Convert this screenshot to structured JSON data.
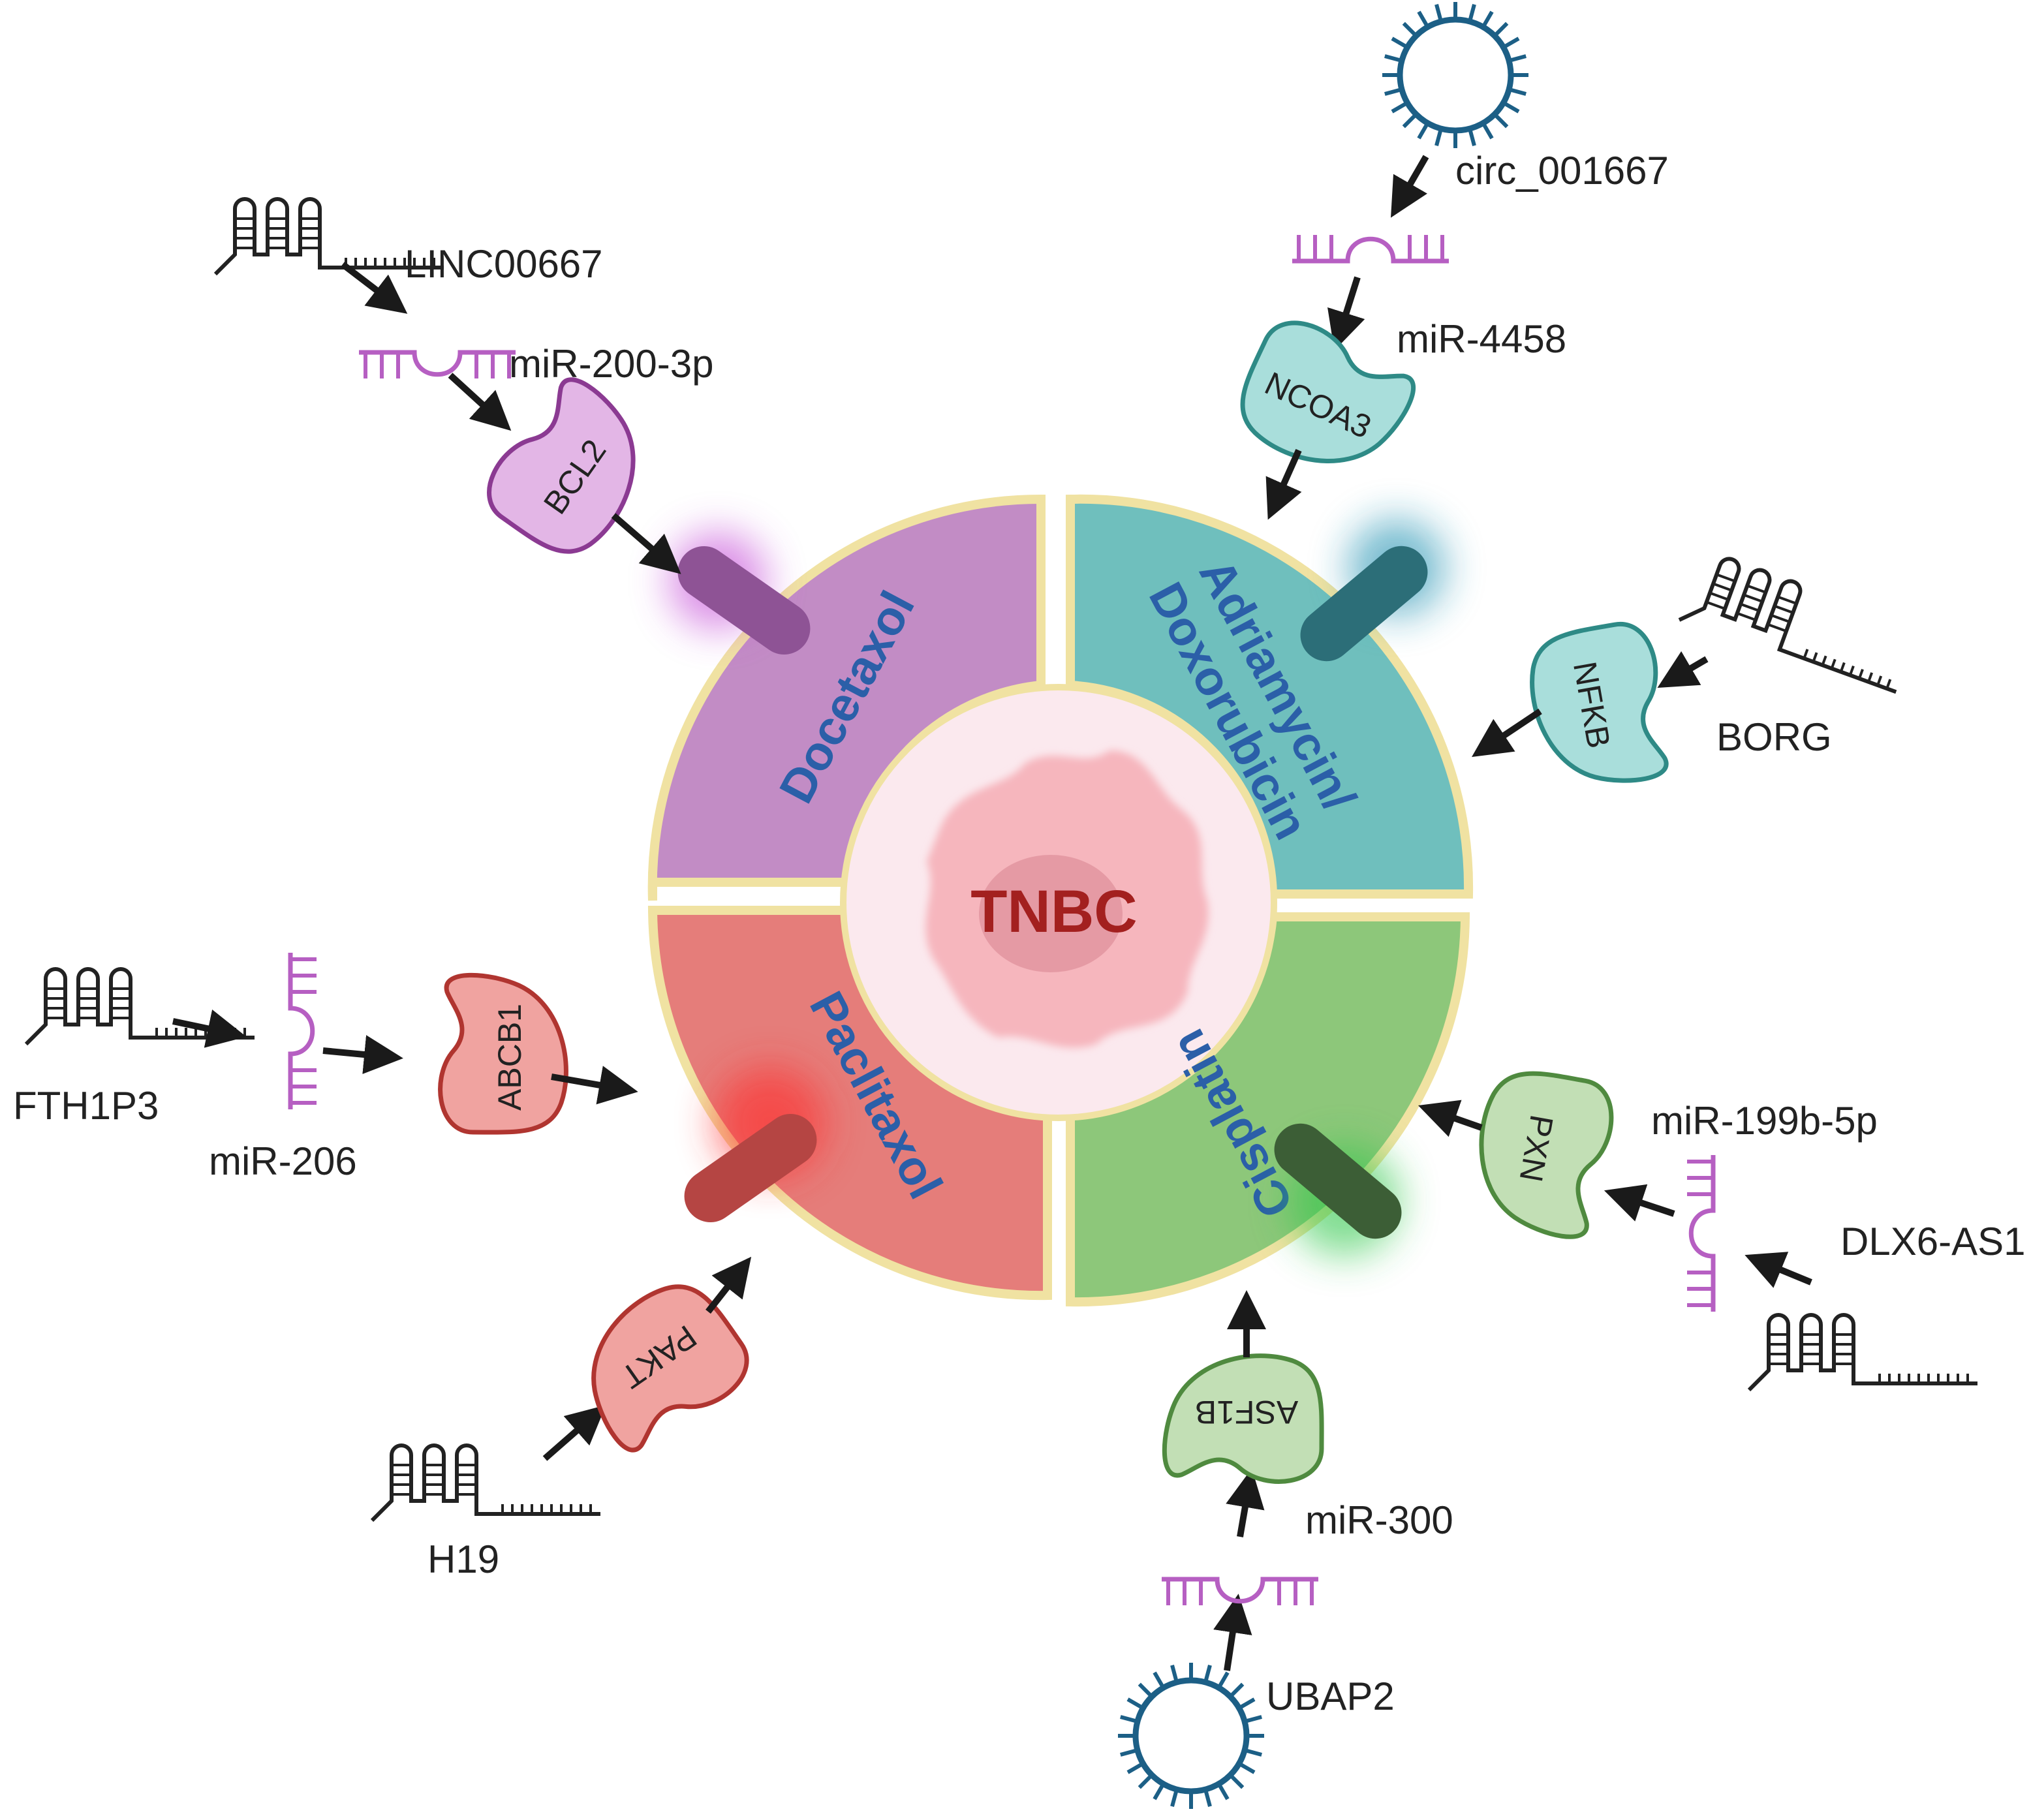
{
  "center": {
    "label": "TNBC",
    "color": "#a3201f"
  },
  "colors": {
    "drug_text": "#2b5fa8",
    "arrow": "#1a1a1a",
    "mirna": "#b65fc2",
    "circrna": "#1c5f86",
    "lncrna": "#222222",
    "ring_border": "#f0e2a2"
  },
  "quadrants": [
    {
      "id": "docetaxol",
      "drug": "Docetaxol",
      "fill": "#c28cc5",
      "glow": "#c244d6"
    },
    {
      "id": "adriamycin",
      "drug_line1": "Adriamycin/",
      "drug_line2": "Doxorubicin",
      "fill": "#6fbfbd",
      "glow": "#1f8fb0"
    },
    {
      "id": "paclitaxol",
      "drug": "Paclitaxol",
      "fill": "#e57d7a",
      "glow": "#ff2a2a"
    },
    {
      "id": "cisplatin",
      "drug": "Cisplatin",
      "fill": "#8dc77a",
      "glow": "#2fc74a"
    }
  ],
  "pathways": [
    {
      "id": "docetaxol",
      "lncrna": "LINC00667",
      "mirna": "miR-200-3p",
      "protein": "BCL2",
      "protein_fill": "#e3b6e6",
      "protein_stroke": "#8b3a92"
    },
    {
      "id": "adriamycin-1",
      "circrna": "circ_001667",
      "mirna": "miR-4458",
      "protein": "NCOA3",
      "protein_fill": "#a9dedb",
      "protein_stroke": "#2e8a86"
    },
    {
      "id": "adriamycin-2",
      "lncrna": "BORG",
      "protein": "NFKB",
      "protein_fill": "#a9dedb",
      "protein_stroke": "#2e8a86"
    },
    {
      "id": "paclitaxol-1",
      "lncrna": "FTH1P3",
      "mirna": "miR-206",
      "protein": "ABCB1",
      "protein_fill": "#f0a3a0",
      "protein_stroke": "#b03530"
    },
    {
      "id": "paclitaxol-2",
      "lncrna": "H19",
      "protein": "PAKT",
      "protein_fill": "#f0a3a0",
      "protein_stroke": "#b03530"
    },
    {
      "id": "cisplatin-1",
      "lncrna": "DLX6-AS1",
      "mirna": "miR-199b-5p",
      "protein": "PXN",
      "protein_fill": "#c2dfb5",
      "protein_stroke": "#4f8a3f"
    },
    {
      "id": "cisplatin-2",
      "circrna": "UBAP2",
      "mirna": "miR-300",
      "protein": "ASF1B",
      "protein_fill": "#c2dfb5",
      "protein_stroke": "#4f8a3f"
    }
  ]
}
